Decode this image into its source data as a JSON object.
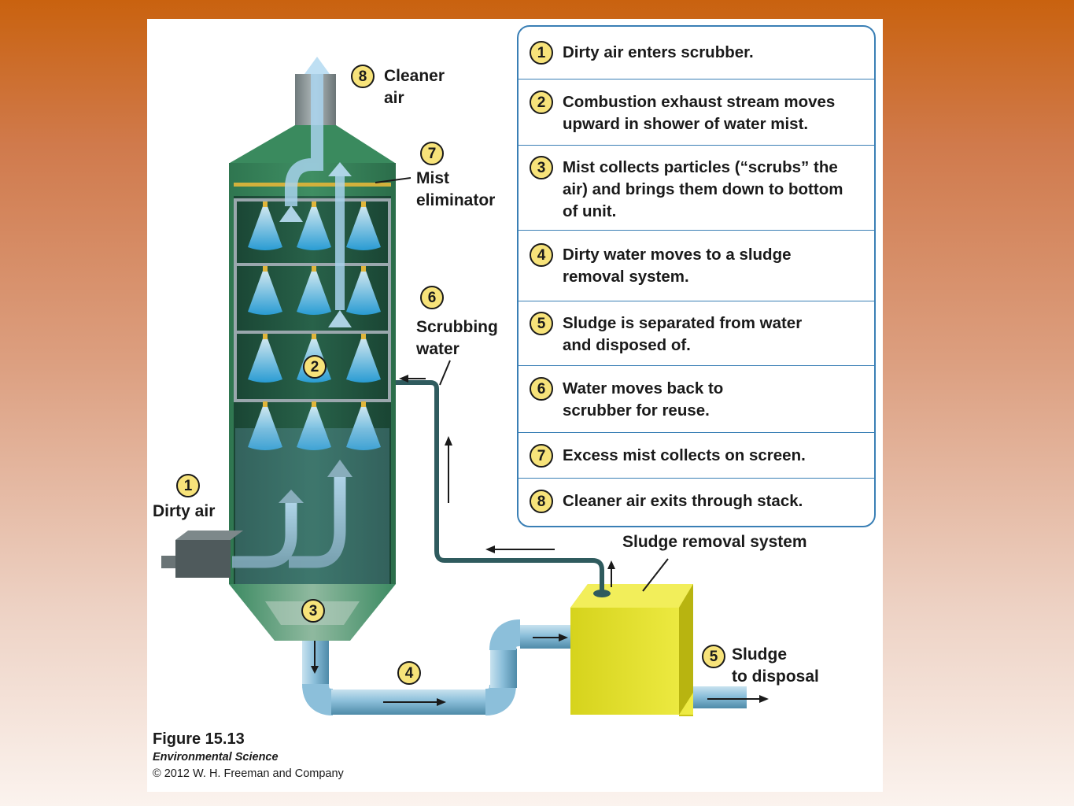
{
  "steps": [
    {
      "num": "1",
      "text": "Dirty air enters scrubber."
    },
    {
      "num": "2",
      "text": "Combustion exhaust stream moves upward in shower of water mist."
    },
    {
      "num": "3",
      "text": "Mist collects particles (“scrubs” the air) and brings them down to bottom of unit."
    },
    {
      "num": "4",
      "text": "Dirty water moves to a sludge removal system."
    },
    {
      "num": "5",
      "text": "Sludge is separated from water and disposed of."
    },
    {
      "num": "6",
      "text": "Water moves back to scrubber for reuse."
    },
    {
      "num": "7",
      "text": "Excess mist collects on screen."
    },
    {
      "num": "8",
      "text": "Cleaner air exits through stack."
    }
  ],
  "diagram_labels": {
    "cleaner_air_1": "Cleaner",
    "cleaner_air_2": "air",
    "mist_eliminator_1": "Mist",
    "mist_eliminator_2": "eliminator",
    "scrubbing_water_1": "Scrubbing",
    "scrubbing_water_2": "water",
    "dirty_air": "Dirty air",
    "sludge_removal_system": "Sludge removal system",
    "sludge_1": "Sludge",
    "sludge_2": "to disposal"
  },
  "badges": {
    "one": "1",
    "two": "2",
    "three": "3",
    "four": "4",
    "five": "5",
    "six": "6",
    "seven": "7",
    "eight": "8"
  },
  "credits": {
    "figure": "Figure 15.13",
    "book": "Environmental Science",
    "copyright": "© 2012 W. H. Freeman and Company"
  },
  "colors": {
    "badge_fill": "#f7e37a",
    "box_border": "#3a7fb5",
    "tower_green": "#3f8c64",
    "sludge_box_yellow": "#e8e52a",
    "pipe_blue": "#7fb3cf"
  }
}
